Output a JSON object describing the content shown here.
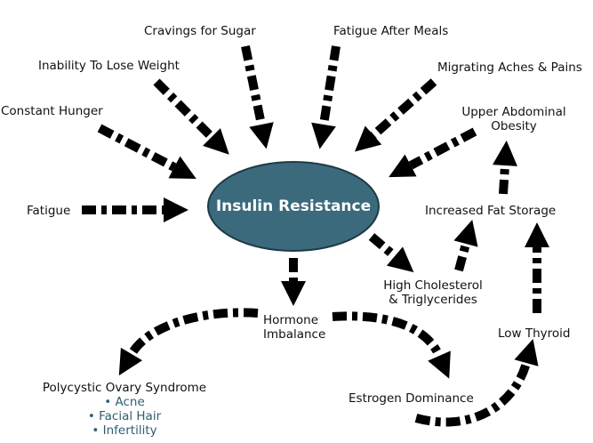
{
  "hub": {
    "label": "Insulin Resistance",
    "fill": "#3b6a7c"
  },
  "arrow_color": "#000000",
  "bullet_color": "#2e5e72",
  "symptoms": {
    "cravings": "Cravings for Sugar",
    "fatigue_after_meals": "Fatigue After Meals",
    "inability_lose_weight": "Inability To Lose Weight",
    "migrating_aches": "Migrating Aches & Pains",
    "constant_hunger": "Constant Hunger",
    "upper_abdominal": [
      "Upper Abdominal",
      "Obesity"
    ],
    "fatigue": "Fatigue"
  },
  "effects": {
    "increased_fat": "Increased Fat Storage",
    "high_cholesterol": [
      "High Cholesterol",
      "& Triglycerides"
    ],
    "hormone": [
      "Hormone",
      "Imbalance"
    ],
    "low_thyroid": "Low Thyroid",
    "pcos": {
      "title": "Polycystic Ovary Syndrome",
      "items": [
        "• Acne",
        "• Facial Hair",
        "• Infertility"
      ]
    },
    "estrogen": "Estrogen Dominance"
  }
}
